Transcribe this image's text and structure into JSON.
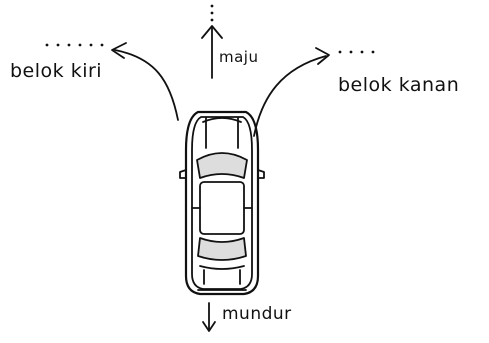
{
  "diagram": {
    "labels": {
      "left": "belok kiri",
      "forward": "maju",
      "right": "belok kanan",
      "backward": "mundur"
    },
    "icons": {
      "vehicle": "car-top-view-icon"
    },
    "colors": {
      "ink": "#111111",
      "background": "#ffffff"
    }
  }
}
